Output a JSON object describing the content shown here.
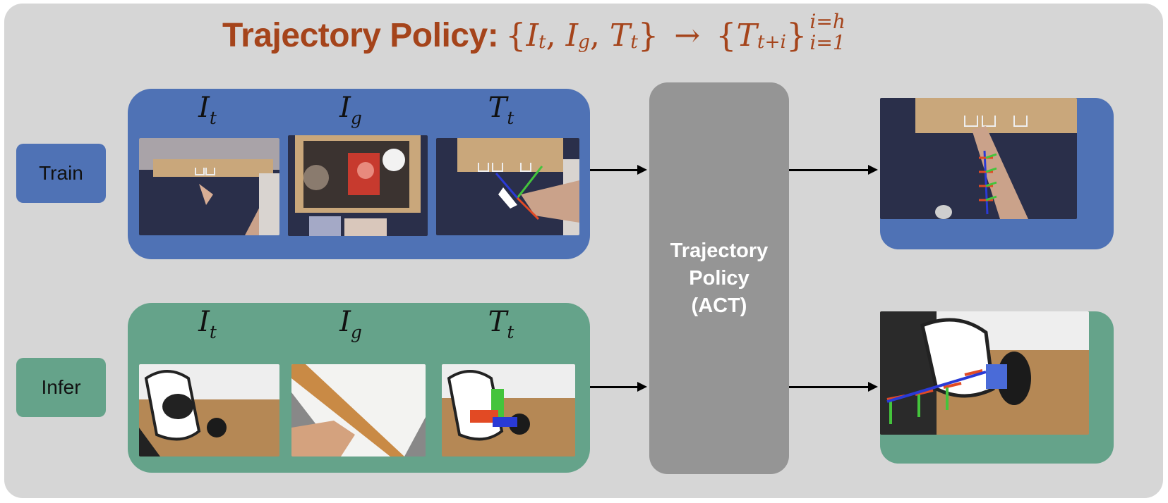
{
  "title": {
    "text": "Trajectory Policy:",
    "formula": {
      "open": "{",
      "I": "I",
      "t": "t",
      "g": "g",
      "T": "T",
      "comma": ",",
      "close": "}",
      "arrow": "→",
      "t_plus_i": "t+i",
      "upper": "i=h",
      "lower": "i=1"
    }
  },
  "rows": {
    "train": "Train",
    "infer": "Infer"
  },
  "inputs": {
    "I": "I",
    "t": "t",
    "g": "g",
    "T": "T"
  },
  "policy": {
    "line1": "Trajectory",
    "line2": "Policy",
    "line3": "(ACT)"
  },
  "colors": {
    "panel": "#d6d6d6",
    "train": "#4f72b5",
    "infer": "#65a38a",
    "policy": "#959595",
    "title": "#a5441b"
  },
  "icons": {
    "train_images": [
      "camera-photo-hand-reaching-drawer",
      "camera-photo-goal-open-drawer",
      "camera-photo-hand-pose-axes"
    ],
    "infer_images": [
      "camera-photo-robot-gripper-drawer",
      "camera-photo-goal-open-drawer-empty",
      "camera-photo-robot-pose-axes"
    ],
    "outputs": [
      "trajectory-output-hand",
      "trajectory-output-robot"
    ]
  }
}
